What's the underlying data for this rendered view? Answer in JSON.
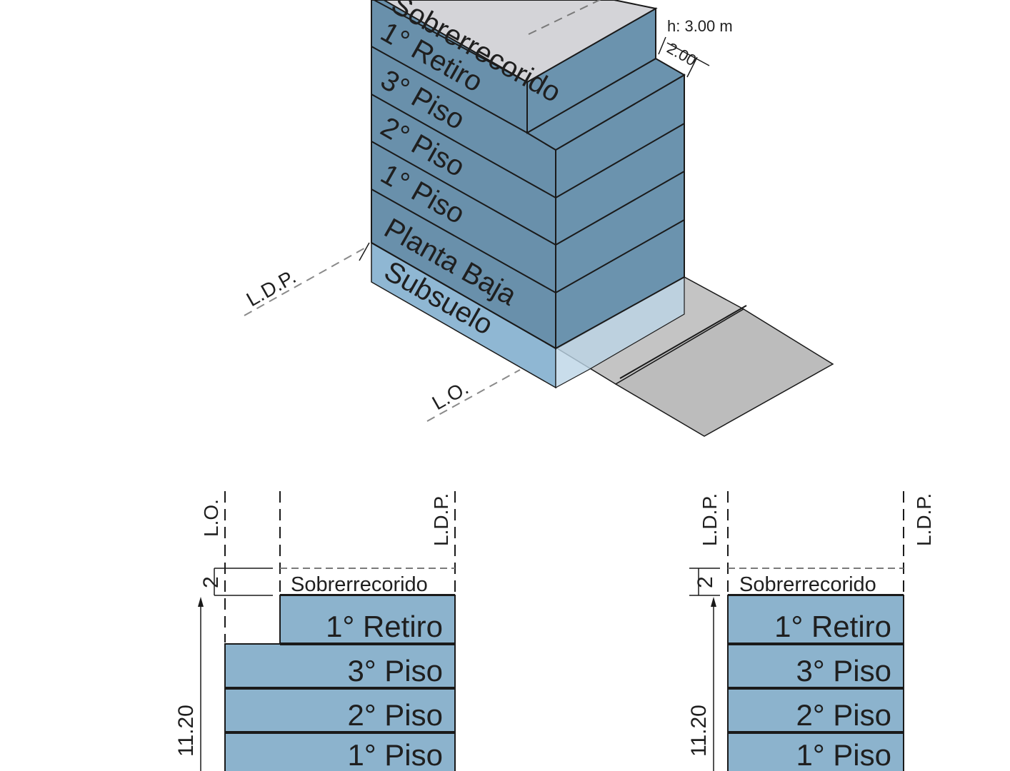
{
  "iso_view": {
    "labels": {
      "sobrerrecorrido": "Sobrerrecorido",
      "retiro": "1° Retiro",
      "piso3": "3° Piso",
      "piso2": "2° Piso",
      "piso1": "1° Piso",
      "planta_baja": "Planta Baja",
      "subsuelo": "Subsuelo"
    },
    "height_note": "h: 3.00 m",
    "setback_dim": "2.00",
    "ldp_tag": "L.D.P.",
    "lo_tag": "L.O."
  },
  "section_left": {
    "top_left_tag": "L.O.",
    "top_right_tag": "L.D.P.",
    "dim_small": "2",
    "dim_height": "11.20",
    "floors": {
      "sobrerrecorrido": "Sobrerrecorido",
      "retiro": "1° Retiro",
      "piso3": "3° Piso",
      "piso2": "2° Piso",
      "piso1": "1° Piso"
    }
  },
  "section_right": {
    "top_left_tag": "L.D.P.",
    "top_right_tag": "L.D.P.",
    "dim_small": "2",
    "dim_height": "11.20",
    "floors": {
      "sobrerrecorrido": "Sobrerrecorido",
      "retiro": "1° Retiro",
      "piso3": "3° Piso",
      "piso2": "2° Piso",
      "piso1": "1° Piso"
    }
  },
  "colors": {
    "facade_front": "#6b95b0",
    "facade_side": "#6b95b0",
    "basement": "#8fb7d3",
    "sobrerrecorrido_top": "#d3d3d8",
    "ground": "#bdbdbd",
    "section_fill": "#8cb3cd",
    "line": "#1a1a1a"
  }
}
